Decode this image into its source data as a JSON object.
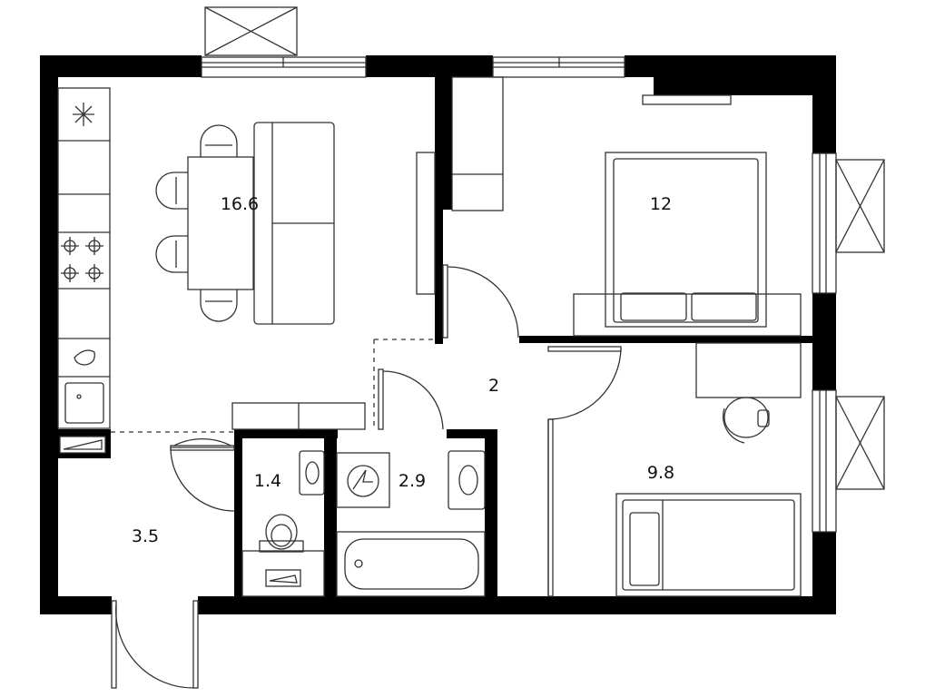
{
  "colors": {
    "wall": "#000000",
    "line": "#333333",
    "background": "#ffffff"
  },
  "rooms": [
    {
      "id": "living-kitchen",
      "area": "16.6"
    },
    {
      "id": "bedroom",
      "area": "12"
    },
    {
      "id": "hall",
      "area": "2"
    },
    {
      "id": "toilet",
      "area": "1.4"
    },
    {
      "id": "bathroom",
      "area": "2.9"
    },
    {
      "id": "bedroom-2",
      "area": "9.8"
    },
    {
      "id": "entrance",
      "area": "3.5"
    }
  ],
  "icons": [
    "fridge-snowflake-icon",
    "hob-icon",
    "sink-icon",
    "washing-machine-icon",
    "bathtub-icon",
    "toilet-icon",
    "bed-icon",
    "sofa-icon",
    "chair-icon"
  ]
}
